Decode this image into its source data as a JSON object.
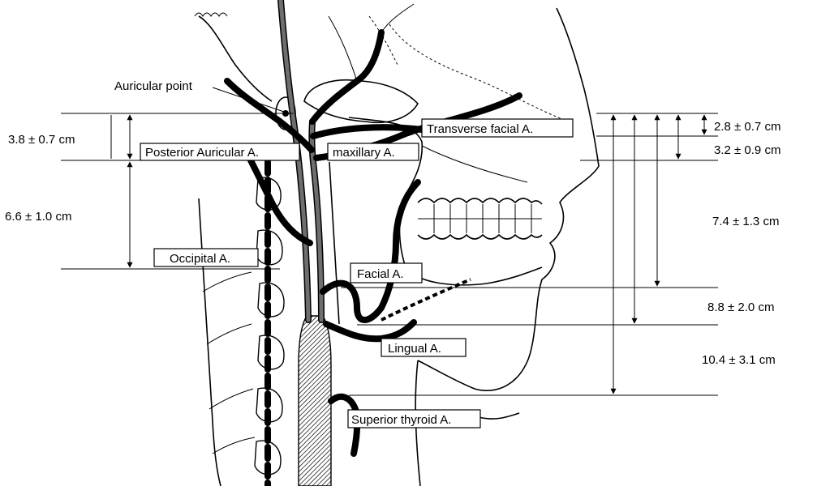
{
  "labels": {
    "auricular_point": "Auricular point",
    "posterior_auricular": "Posterior Auricular A.",
    "maxillary": "maxillary A.",
    "transverse_facial": "Transverse facial A.",
    "occipital": "Occipital A.",
    "facial": "Facial A.",
    "lingual": "Lingual A.",
    "superior_thyroid": "Superior thyroid A."
  },
  "measurements_left": {
    "m1": "3.8 ± 0.7 cm",
    "m2": "6.6 ± 1.0 cm"
  },
  "measurements_right": {
    "m1": "2.8 ± 0.7 cm",
    "m2": "3.2 ± 0.9 cm",
    "m3": "7.4 ± 1.3 cm",
    "m4": "8.8 ± 2.0 cm",
    "m5": "10.4 ± 3.1 cm"
  }
}
